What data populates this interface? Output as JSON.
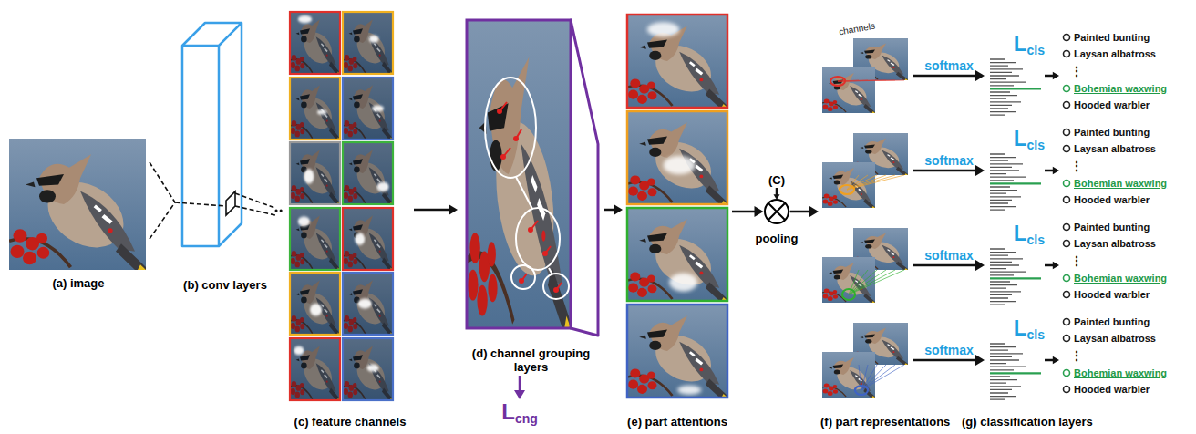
{
  "diagram": {
    "nodes": [
      {
        "text": [
          "(a) image"
        ]
      },
      {
        "text": [
          "(b) conv layers"
        ]
      },
      {
        "text": [
          "(c) feature channels"
        ]
      },
      {
        "text": [
          "(d) channel grouping layers"
        ]
      },
      {
        "text": [
          "L",
          "cng"
        ]
      },
      {
        "text": [
          "(e) part attentions"
        ]
      },
      {
        "text": [
          "(C)"
        ]
      },
      {
        "text": [
          "pooling"
        ]
      },
      {
        "text": [
          "channels"
        ]
      },
      {
        "text": [
          "L",
          "cls"
        ]
      },
      {
        "text": [
          "Painted bunting",
          "Laysan albatross",
          "⋮",
          "Bohemian waxwing",
          "Hooded warbler"
        ]
      },
      {
        "text": [
          "L",
          "cls"
        ]
      },
      {
        "text": [
          "Painted bunting",
          "Laysan albatross",
          "⋮",
          "Bohemian waxwing",
          "Hooded warbler"
        ]
      },
      {
        "text": [
          "L",
          "cls"
        ]
      },
      {
        "text": [
          "Painted bunting",
          "Laysan albatross",
          "⋮",
          "Bohemian waxwing",
          "Hooded warbler"
        ]
      },
      {
        "text": [
          "L",
          "cls"
        ]
      },
      {
        "text": [
          "Painted bunting",
          "Laysan albatross",
          "⋮",
          "Bohemian waxwing",
          "Hooded warbler"
        ]
      }
    ],
    "edges": [
      {
        "from": 0,
        "to": 1,
        "arrow": "none"
      },
      {
        "from": 1,
        "to": 2,
        "arrow": "none"
      },
      {
        "from": 2,
        "to": 3,
        "arrow": "to"
      },
      {
        "from": 3,
        "to": 4,
        "arrow": "to"
      },
      {
        "from": 3,
        "to": 5,
        "arrow": "to"
      },
      {
        "from": 5,
        "to": 7,
        "arrow": "to"
      },
      {
        "from": 6,
        "to": 7,
        "arrow": "to"
      },
      {
        "from": 7,
        "to": 8,
        "arrow": "to"
      },
      {
        "from": 8,
        "to": 9,
        "label": "softmax",
        "arrow": "to"
      },
      {
        "from": 8,
        "to": 11,
        "label": "softmax",
        "arrow": "to"
      },
      {
        "from": 8,
        "to": 13,
        "label": "softmax",
        "arrow": "to"
      },
      {
        "from": 8,
        "to": 15,
        "label": "softmax",
        "arrow": "to"
      },
      {
        "from": 9,
        "to": 10,
        "arrow": "to"
      },
      {
        "from": 11,
        "to": 12,
        "arrow": "to"
      },
      {
        "from": 13,
        "to": 14,
        "arrow": "to"
      },
      {
        "from": 15,
        "to": 16,
        "arrow": "to"
      }
    ],
    "labels": [
      "(f) part representations",
      "(g) classification layers"
    ]
  }
}
